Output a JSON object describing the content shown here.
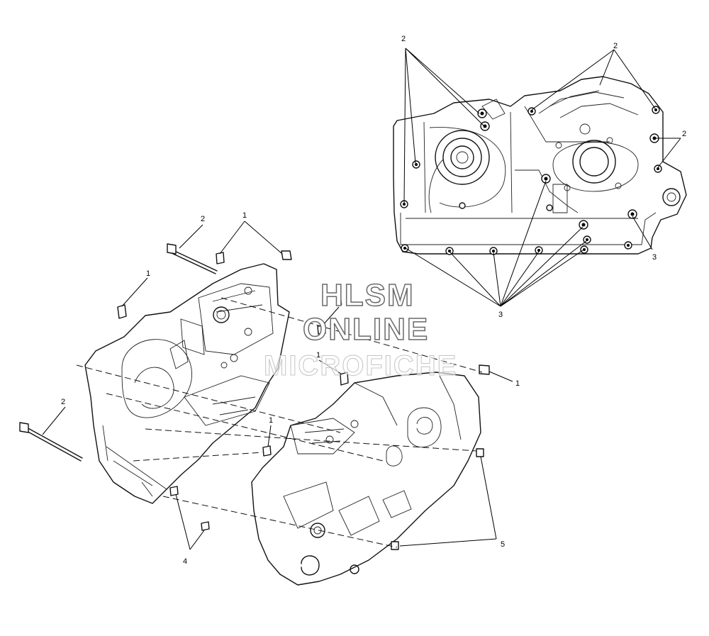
{
  "watermark": {
    "line1": "HLSM",
    "line2": "ONLINE",
    "line3": "MICROFICHE"
  },
  "callouts": [
    {
      "id": "c1",
      "label": "2"
    },
    {
      "id": "c2",
      "label": "2"
    },
    {
      "id": "c3",
      "label": "2"
    },
    {
      "id": "c4",
      "label": "3"
    },
    {
      "id": "c5",
      "label": "3"
    },
    {
      "id": "c6",
      "label": "2"
    },
    {
      "id": "c7",
      "label": "1"
    },
    {
      "id": "c8",
      "label": "1"
    },
    {
      "id": "c9",
      "label": "4"
    },
    {
      "id": "c10",
      "label": "2"
    },
    {
      "id": "c11",
      "label": "1"
    },
    {
      "id": "c12",
      "label": "1"
    },
    {
      "id": "c13",
      "label": "1"
    },
    {
      "id": "c14",
      "label": "5"
    },
    {
      "id": "c15",
      "label": "4"
    }
  ]
}
